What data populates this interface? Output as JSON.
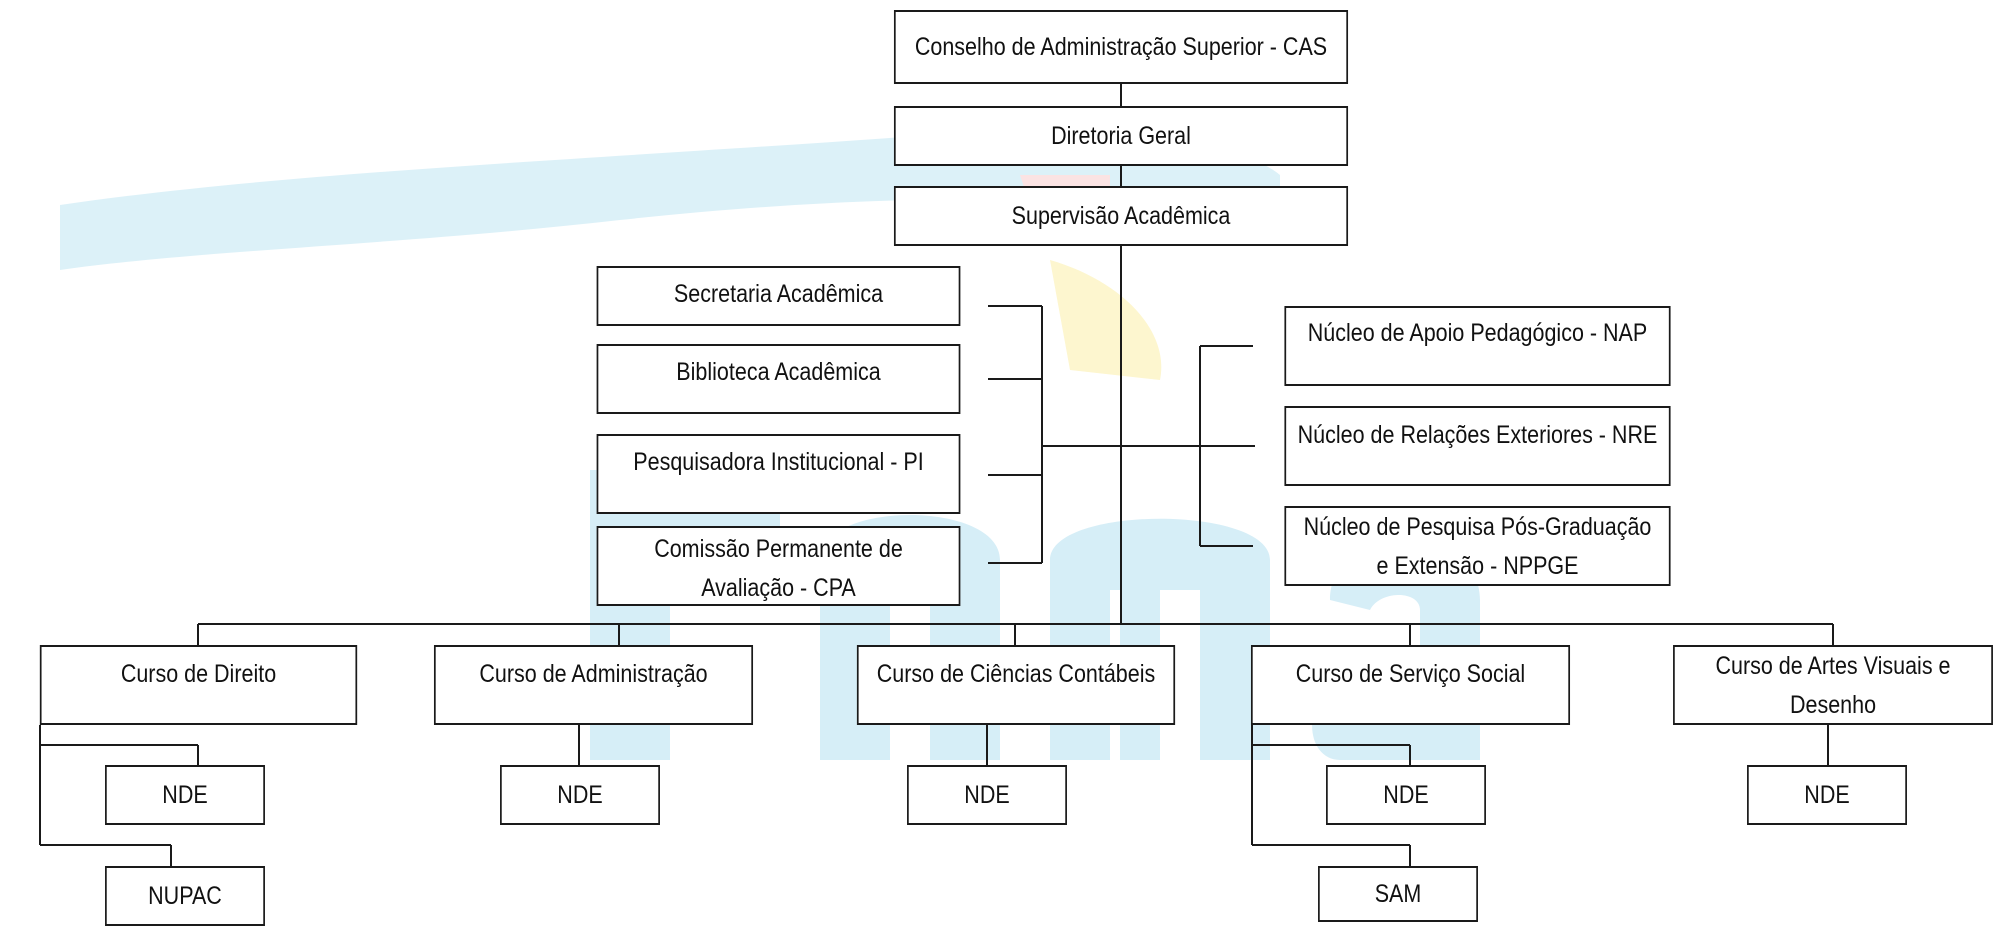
{
  "org_chart": {
    "cas": "Conselho de Administração Superior - CAS",
    "diretoria": "Diretoria Geral",
    "supervisao": "Supervisão Acadêmica",
    "left_units": {
      "secretaria": "Secretaria Acadêmica",
      "biblioteca": "Biblioteca Acadêmica",
      "pesquisadora": "Pesquisadora Institucional - PI",
      "cpa": "Comissão Permanente de Avaliação - CPA"
    },
    "right_units": {
      "nap": "Núcleo de Apoio Pedagógico - NAP",
      "nre": "Núcleo de Relações Exteriores - NRE",
      "nppge": "Núcleo de Pesquisa Pós-Graduação e Extensão - NPPGE"
    },
    "courses": {
      "direito": "Curso de Direito",
      "administracao": "Curso de Administração",
      "contabeis": "Curso de Ciências Contábeis",
      "servico_social": "Curso de Serviço Social",
      "artes": "Curso de Artes Visuais e Desenho"
    },
    "sub_units": {
      "nde_direito": "NDE",
      "nupac": "NUPAC",
      "nde_administracao": "NDE",
      "nde_contabeis": "NDE",
      "nde_servico_social": "NDE",
      "sam": "SAM",
      "nde_artes": "NDE"
    }
  },
  "colors": {
    "line": "#1a1a1a",
    "watermark_blue": "#d6eef7",
    "watermark_red": "#fbe3e3",
    "watermark_yellow": "#fdf6cf"
  }
}
